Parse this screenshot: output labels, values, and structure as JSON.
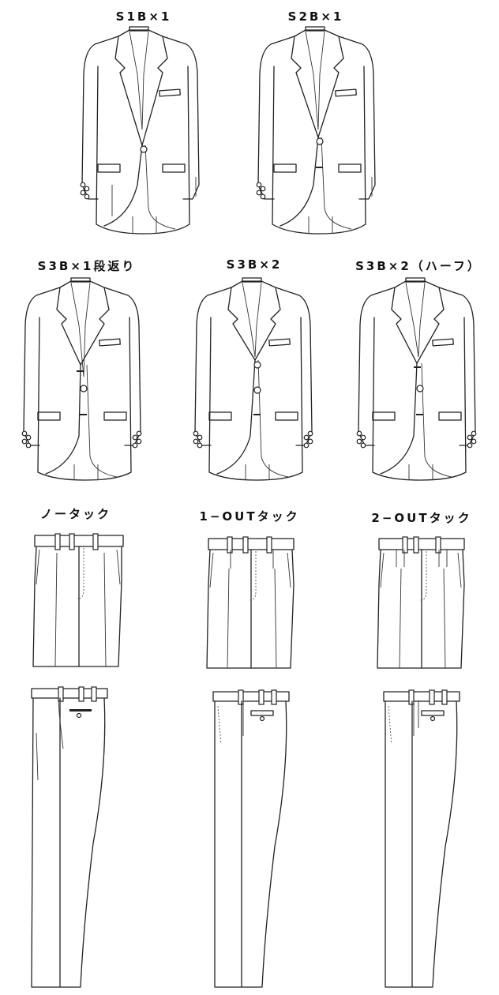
{
  "colors": {
    "line": "#222222",
    "background": "#ffffff"
  },
  "jackets": [
    {
      "label": "S1B×1"
    },
    {
      "label": "S2B×1"
    },
    {
      "label": "S3B×1段返り"
    },
    {
      "label": "S3B×2"
    },
    {
      "label": "S3B×2（ハーフ）"
    }
  ],
  "trousers": [
    {
      "label": "ノータック"
    },
    {
      "label": "1−OUTタック"
    },
    {
      "label": "2−OUTタック"
    }
  ]
}
